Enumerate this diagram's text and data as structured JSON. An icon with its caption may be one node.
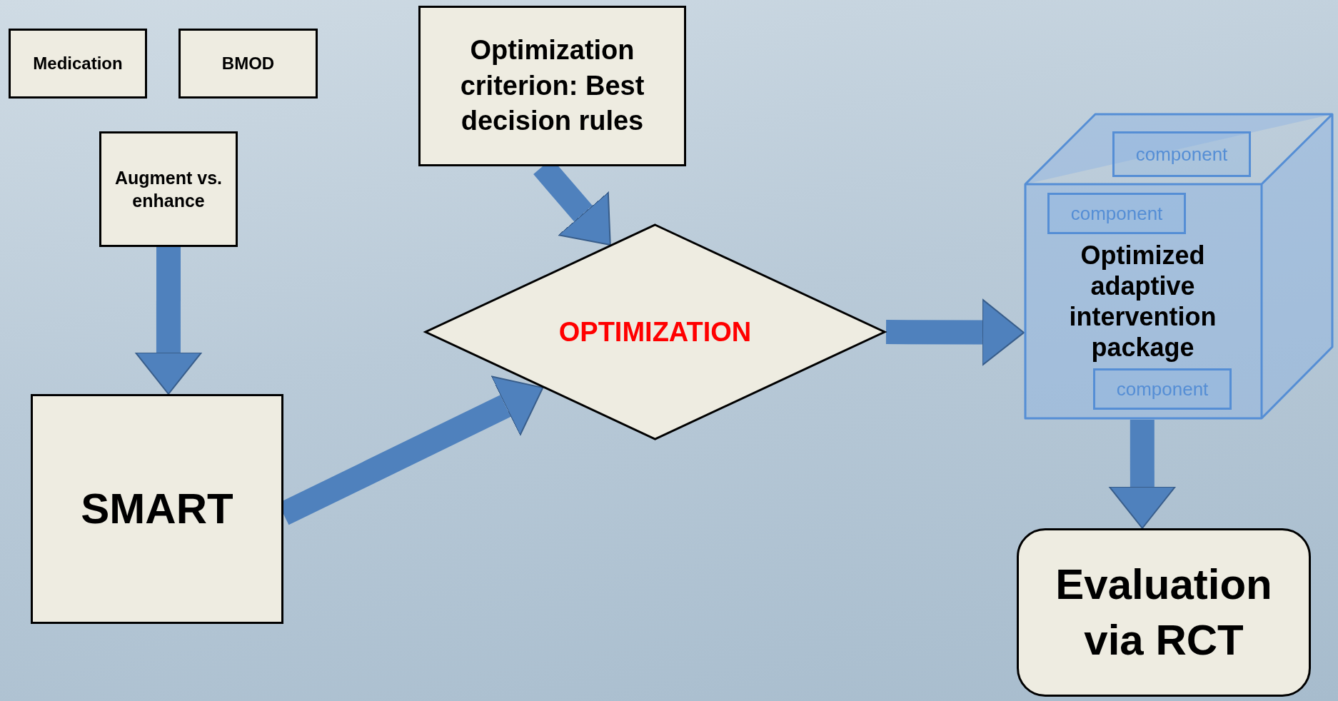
{
  "diagram": {
    "nodes": [
      {
        "text": [
          "Medication"
        ]
      },
      {
        "text": [
          "BMOD"
        ]
      },
      {
        "text": [
          "Augment vs. enhance"
        ]
      },
      {
        "text": [
          "Optimization criterion: Best decision rules"
        ]
      },
      {
        "text": [
          "Optimized adaptive intervention package"
        ]
      },
      {
        "text": [
          "component"
        ],
        "in": 4
      },
      {
        "text": [
          "component"
        ],
        "in": 4
      },
      {
        "text": [
          "component"
        ],
        "in": 4
      },
      {
        "text": [
          "OPTIMIZATION"
        ]
      },
      {
        "text": [
          "SMART"
        ]
      },
      {
        "text": [
          "Evaluation via RCT"
        ]
      }
    ],
    "edges": [
      {
        "from": 2,
        "to": 9,
        "arrow": "to"
      },
      {
        "from": 3,
        "to": 8,
        "arrow": "to"
      },
      {
        "from": 9,
        "to": 8,
        "arrow": "to"
      },
      {
        "from": 8,
        "to": 4,
        "arrow": "to"
      },
      {
        "from": 4,
        "to": 10,
        "arrow": "to"
      }
    ]
  }
}
